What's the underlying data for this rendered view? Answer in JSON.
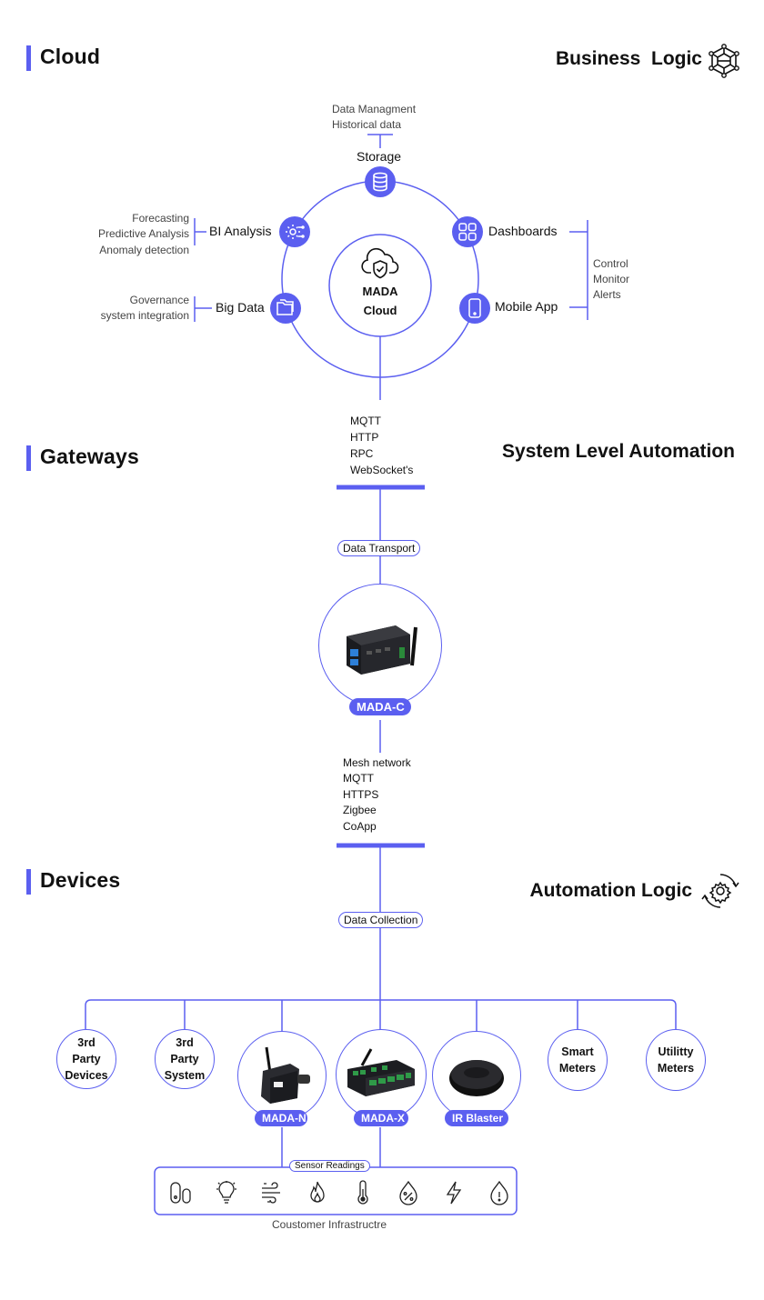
{
  "sections": {
    "cloud": "Cloud",
    "gateways": "Gateways",
    "devices": "Devices"
  },
  "right_titles": {
    "business": "Business  Logic",
    "system": "System Level Automation",
    "automation": "Automation Logic"
  },
  "cloud": {
    "center_line1": "MADA",
    "center_line2": "Cloud",
    "storage": {
      "label": "Storage",
      "notes": [
        "Data Managment",
        "Historical data"
      ]
    },
    "bi": {
      "label": "BI Analysis",
      "notes": [
        "Forecasting",
        "Predictive Analysis",
        "Anomaly detection"
      ]
    },
    "bigdata": {
      "label": "Big Data",
      "notes": [
        "Governance",
        "system integration"
      ]
    },
    "dashboards": {
      "label": "Dashboards"
    },
    "mobile": {
      "label": "Mobile App"
    },
    "right_notes": [
      "Control",
      "Monitor",
      "Alerts"
    ]
  },
  "cloud_protocols": [
    "MQTT",
    "HTTP",
    "RPC",
    "WebSocket's"
  ],
  "data_transport": "Data Transport",
  "gateway_name": "MADA-C",
  "gateway_protocols": [
    "Mesh network",
    "MQTT",
    "HTTPS",
    "Zigbee",
    "CoApp"
  ],
  "data_collection": "Data Collection",
  "devices": {
    "third_party_devices": [
      "3rd",
      "Party",
      "Devices"
    ],
    "third_party_system": [
      "3rd",
      "Party",
      "System"
    ],
    "mada_n": "MADA-N",
    "mada_x": "MADA-X",
    "ir_blaster": "IR Blaster",
    "smart_meters": [
      "Smart",
      "Meters"
    ],
    "utility_meters": [
      "Utilitty",
      "Meters"
    ]
  },
  "sensor_readings": "Sensor Readings",
  "sensor_icons": [
    "door-sensor-icon",
    "light-bulb-icon",
    "wind-icon",
    "flame-icon",
    "thermometer-icon",
    "humidity-icon",
    "lightning-icon",
    "water-leak-icon"
  ],
  "customer_infrastructure": "Coustomer Infrastructre",
  "colors": {
    "accent": "#5b5ff0"
  }
}
